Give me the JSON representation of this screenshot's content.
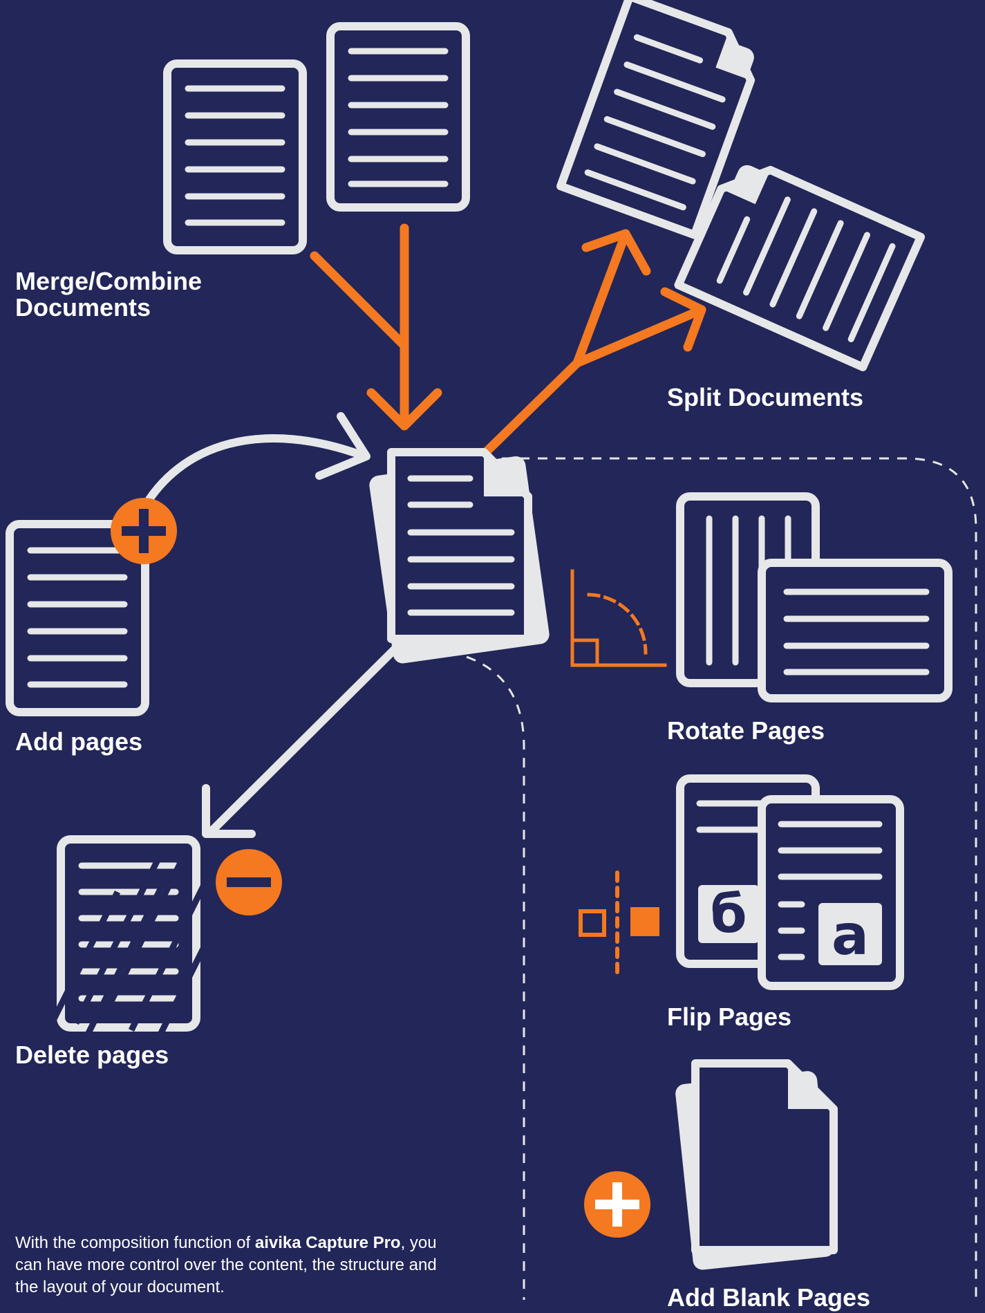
{
  "labels": {
    "merge_line1": "Merge/Combine",
    "merge_line2": "Documents",
    "split": "Split Documents",
    "add_pages": "Add pages",
    "delete_pages": "Delete pages",
    "rotate_pages": "Rotate Pages",
    "flip_pages": "Flip Pages",
    "add_blank_pages": "Add Blank Pages"
  },
  "caption": {
    "before": "With the composition function of ",
    "brand": "aivika Capture Pro",
    "after": ", you can have more control over the content, the structure and the layout of your document."
  },
  "flip_glyphs": {
    "back": "б",
    "front": "a"
  },
  "icons": [
    "merge-source-document-icon",
    "split-result-document-icon",
    "central-document-icon",
    "add-page-document-icon",
    "delete-page-document-icon",
    "rotate-pages-icon",
    "flip-pages-icon",
    "blank-page-icon",
    "plus-circle-icon",
    "minus-circle-icon",
    "rotation-angle-icon",
    "mirror-axis-icon"
  ],
  "colors": {
    "background": "#222658",
    "foreground": "#e6e7e8",
    "accent": "#f47920"
  }
}
